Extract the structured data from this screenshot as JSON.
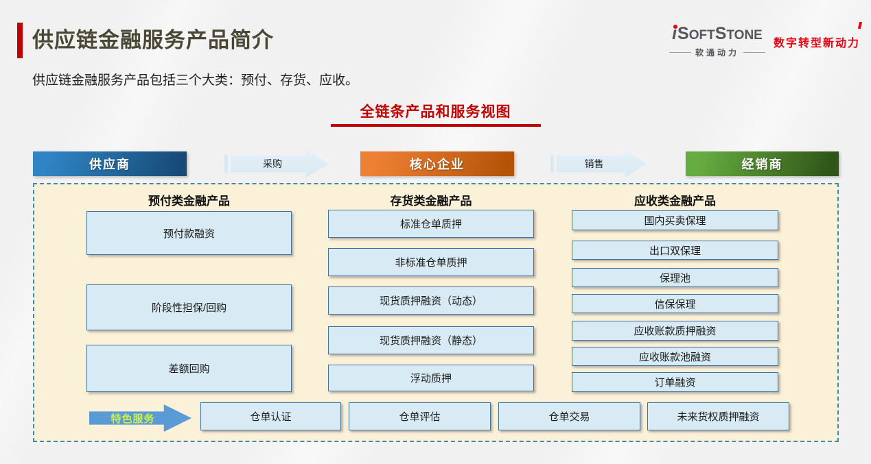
{
  "slide": {
    "title": "供应链金融服务产品简介",
    "subtitle": "供应链金融服务产品包括三个大类：预付、存货、应收。",
    "section_title": "全链条产品和服务视图"
  },
  "logo": {
    "brand_i": "i",
    "brand_seg1": "S",
    "brand_seg2": "OFT",
    "brand_seg3": "S",
    "brand_seg4": "TONE",
    "brand_cn": "软通动力",
    "tagline": "数字转型新动力"
  },
  "flow": {
    "nodes": [
      {
        "label": "供应商",
        "kind": "entity"
      },
      {
        "label": "采购",
        "kind": "process-arrow"
      },
      {
        "label": "核心企业",
        "kind": "entity"
      },
      {
        "label": "销售",
        "kind": "process-arrow"
      },
      {
        "label": "经销商",
        "kind": "entity"
      }
    ]
  },
  "panel": {
    "columns": [
      {
        "header": "预付类金融产品",
        "items": [
          "预付款融资",
          "阶段性担保/回购",
          "差额回购"
        ]
      },
      {
        "header": "存货类金融产品",
        "items": [
          "标准仓单质押",
          "非标准仓单质押",
          "现货质押融资（动态）",
          "现货质押融资（静态）",
          "浮动质押"
        ]
      },
      {
        "header": "应收类金融产品",
        "items": [
          "国内买卖保理",
          "出口双保理",
          "保理池",
          "信保保理",
          "应收账款质押融资",
          "应收账款池融资",
          "订单融资"
        ]
      }
    ],
    "special_services": {
      "arrow_label": "特色服务",
      "items": [
        "仓单认证",
        "仓单评估",
        "仓单交易",
        "未来货权质押融资"
      ]
    }
  },
  "colors": {
    "accent": "#C00000",
    "title-color": "#4B4735",
    "logo-gray": "#54565B",
    "logo-red": "#E60012",
    "flow-blue-from": "#2F85C4",
    "flow-blue-to": "#174A77",
    "flow-orange-from": "#EE8033",
    "flow-orange-to": "#B35308",
    "flow-green-from": "#67AC40",
    "flow-green-to": "#2E5418",
    "process-arrow-fill": "#D9E8F2",
    "panel-bg": "#FBF1D8",
    "panel-border": "#4089A8",
    "item-fill": "#D8EAF3",
    "item-border": "#41719C",
    "special-arrow-fill": "#5B9BD5",
    "special-arrow-text": "#CCF23C"
  }
}
